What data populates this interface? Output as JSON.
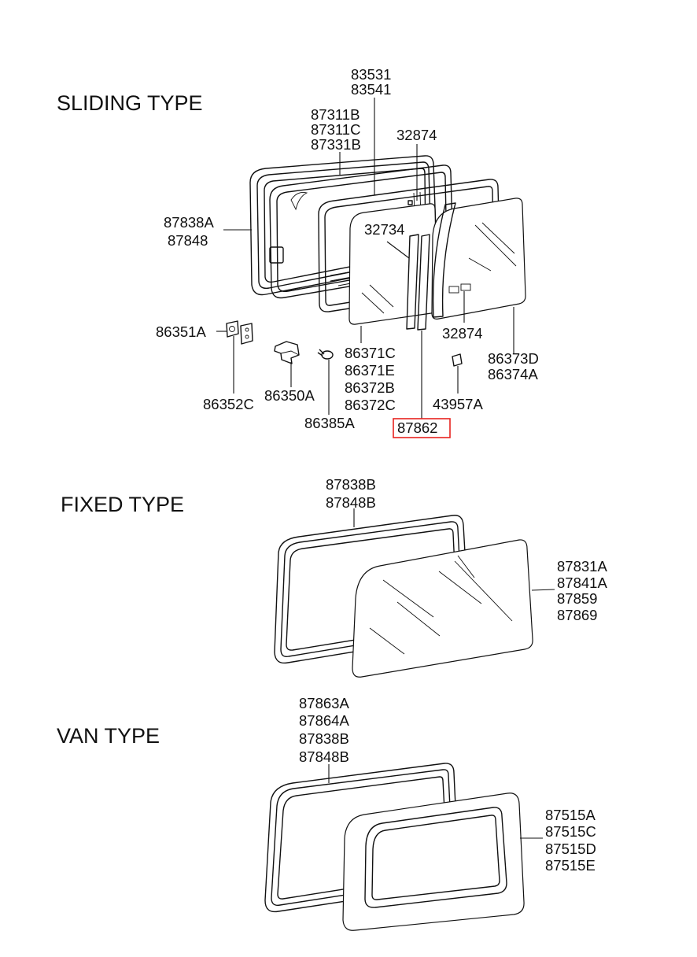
{
  "theme": {
    "highlight": "#e8231f",
    "ink": "#111111"
  },
  "sections": {
    "sliding": {
      "title": "SLIDING TYPE",
      "labels": {
        "l83531": "83531",
        "l83541": "83541",
        "l87311b": "87311B",
        "l87311c": "87311C",
        "l87331b": "87331B",
        "l32874a": "32874",
        "l87838a": "87838A",
        "l87848": "87848",
        "l32734": "32734",
        "l86351a": "86351A",
        "l32874b": "32874",
        "l86371c": "86371C",
        "l86371e": "86371E",
        "l86372b": "86372B",
        "l86372c": "86372C",
        "l86373d": "86373D",
        "l86374a": "86374A",
        "l86352c": "86352C",
        "l86350a": "86350A",
        "l43957a": "43957A",
        "l86385a": "86385A",
        "l87862": "87862"
      }
    },
    "fixed": {
      "title": "FIXED TYPE",
      "labels": {
        "l87838b": "87838B",
        "l87848b": "87848B",
        "l87831a": "87831A",
        "l87841a": "87841A",
        "l87859": "87859",
        "l87869": "87869"
      }
    },
    "van": {
      "title": "VAN  TYPE",
      "labels": {
        "l87863a": "87863A",
        "l87864a": "87864A",
        "l87838b": "87838B",
        "l87848b": "87848B",
        "l87515a": "87515A",
        "l87515c": "87515C",
        "l87515d": "87515D",
        "l87515e": "87515E"
      }
    }
  },
  "highlighted_part": "87862"
}
